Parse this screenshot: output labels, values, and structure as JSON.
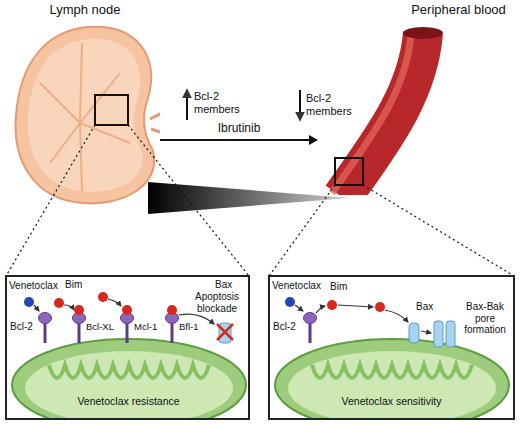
{
  "diagram": {
    "nodes": [
      {
        "text": [
          "Lymph node"
        ]
      },
      {
        "text": [
          "Peripheral blood"
        ]
      },
      {
        "text": [
          "Venetoclax",
          "Bim",
          "Bcl-2",
          "Bcl-XL",
          "Mcl-1",
          "Bfl-1",
          "Bax",
          "Apoptosis blockade"
        ]
      },
      {
        "text": [
          "Venetoclax resistance"
        ],
        "in": 2
      },
      {
        "text": [
          "Venetoclax",
          "Bim",
          "Bcl-2",
          "Bax",
          "Bax-Bak pore formation"
        ]
      },
      {
        "text": [
          "Venetoclax sensitivity"
        ],
        "in": 4
      }
    ],
    "edges": [
      {
        "from": 0,
        "to": 1,
        "arrow": "to",
        "label": "Ibrutinib"
      }
    ],
    "labels": [
      "Bcl-2 members",
      "Bcl-2 members"
    ]
  }
}
